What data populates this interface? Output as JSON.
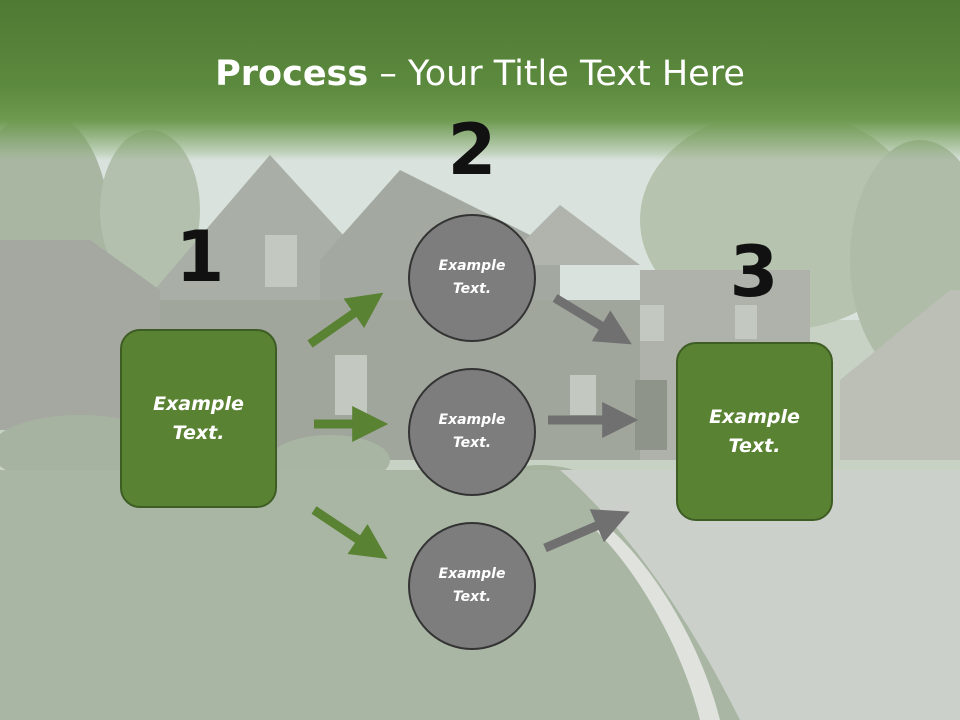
{
  "title": {
    "bold": "Process",
    "rest": " – Your Title Text Here"
  },
  "steps": {
    "num1": "1",
    "num2": "2",
    "num3": "3"
  },
  "box_left": "Example\nText.",
  "box_right": "Example\nText.",
  "circles": [
    {
      "label": "Example\nText."
    },
    {
      "label": "Example\nText."
    },
    {
      "label": "Example\nText."
    }
  ],
  "colors": {
    "title_bar": "#5c8a3e",
    "box_fill": "#5a8233",
    "circle_fill": "#7d7d7d",
    "green_arrow": "#5a8233",
    "gray_arrow": "#707070"
  }
}
